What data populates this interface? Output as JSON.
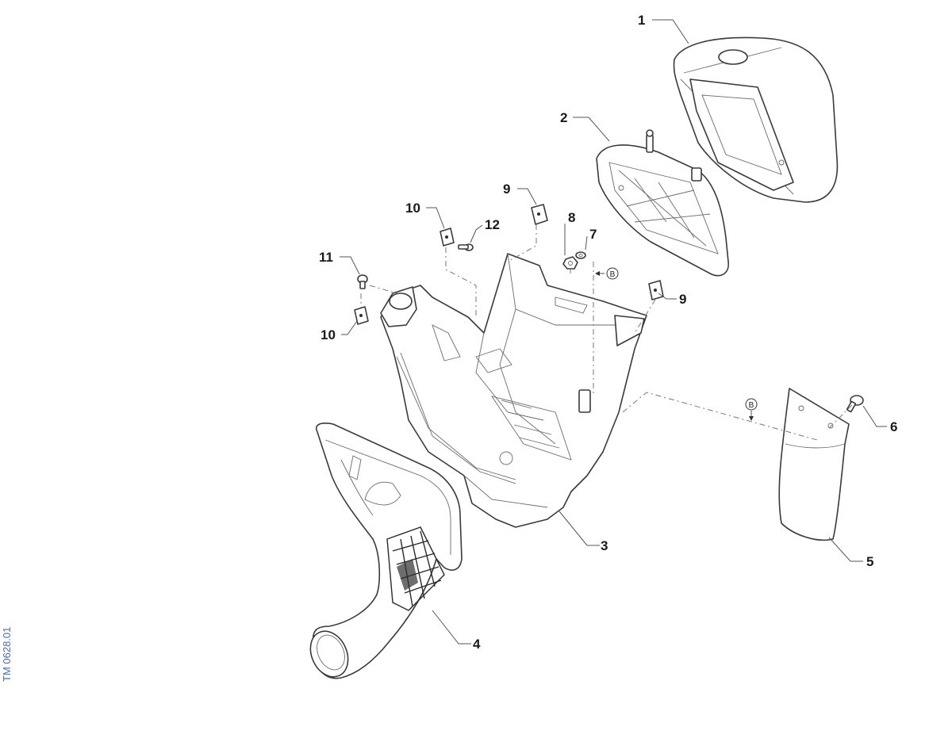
{
  "document_code": "TM 0628.01",
  "reference_marker": "B",
  "callouts": {
    "c1": "1",
    "c2": "2",
    "c3": "3",
    "c4": "4",
    "c5": "5",
    "c6": "6",
    "c7": "7",
    "c8": "8",
    "c9a": "9",
    "c9b": "9",
    "c10a": "10",
    "c10b": "10",
    "c11": "11",
    "c12": "12"
  }
}
